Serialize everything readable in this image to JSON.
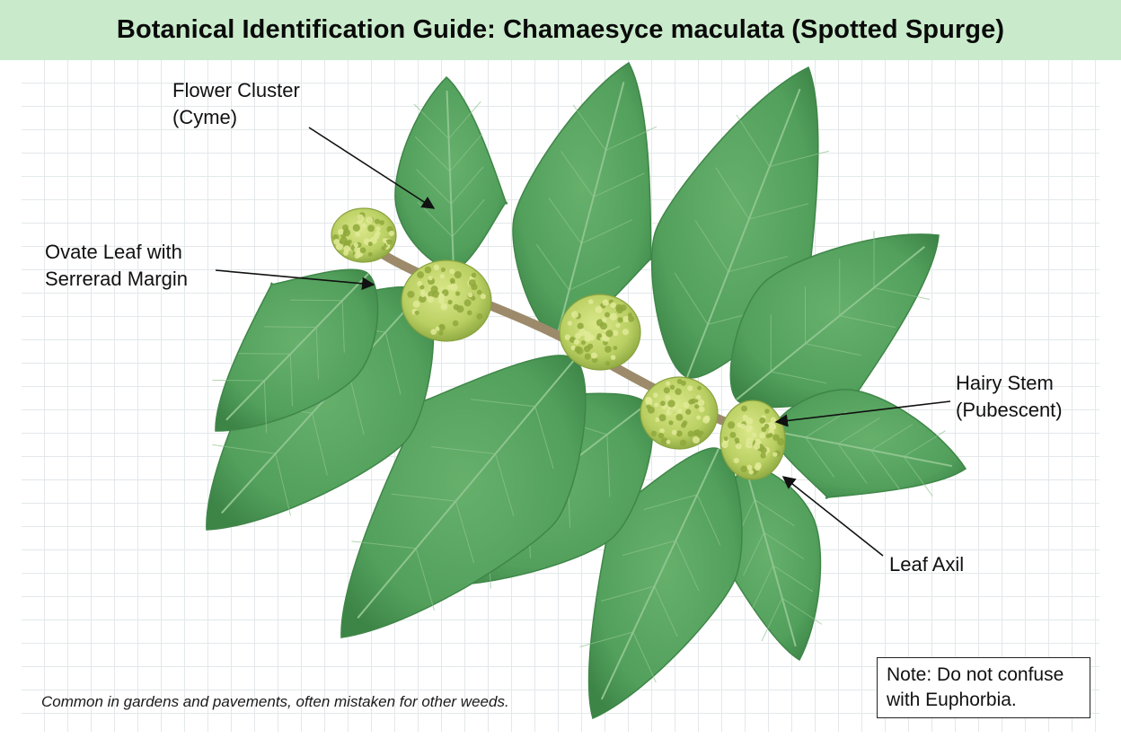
{
  "title": "Botanical Identification Guide: Chamaesyce maculata (Spotted Spurge)",
  "labels": {
    "flower_cluster": [
      "Flower Cluster",
      "(Cyme)"
    ],
    "ovate_leaf": [
      "Ovate Leaf with",
      "Serrerad Margin"
    ],
    "hairy_stem": [
      "Hairy Stem",
      "(Pubescent)"
    ],
    "leaf_axil": [
      "Leaf Axil"
    ]
  },
  "footnote": "Common in gardens and pavements, often mistaken for other weeds.",
  "note": [
    "Note: Do not confuse",
    "with Euphorbia."
  ],
  "colors": {
    "header_bg": "#c9ebcb",
    "grid_line": "#e3e8ea",
    "leaf": "#56a25f",
    "leaf_dark": "#3f8648",
    "vein": "#8fc48f",
    "stem": "#9c8a6a",
    "flower": "#c3d66c",
    "flower_dot": "#8fa83c"
  }
}
